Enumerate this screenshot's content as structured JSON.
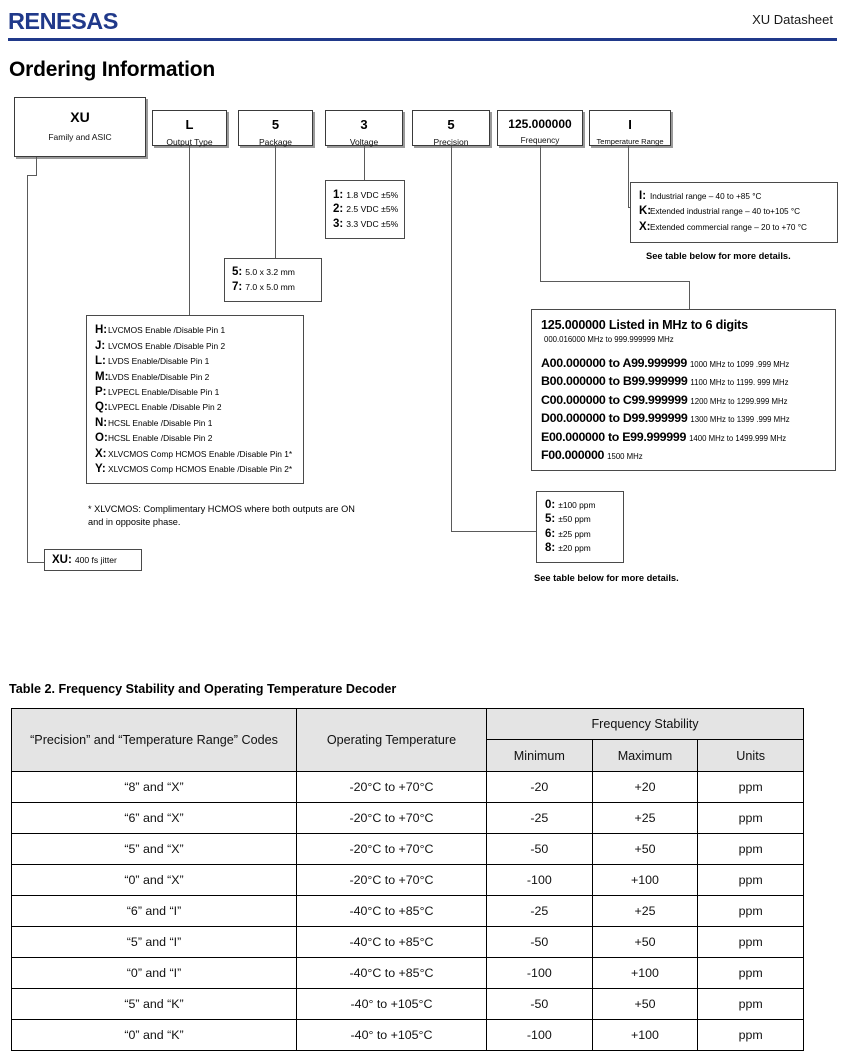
{
  "header": {
    "logo_text": "RENESAS",
    "document_title": "XU Datasheet"
  },
  "page_title": "Ordering Information",
  "part_number": {
    "segments": [
      {
        "code": "XU",
        "label": "Family and ASIC"
      },
      {
        "code": "L",
        "label": "Output Type"
      },
      {
        "code": "5",
        "label": "Package"
      },
      {
        "code": "3",
        "label": "Voltage"
      },
      {
        "code": "5",
        "label": "Precision"
      },
      {
        "code": "125.000000",
        "label": "Frequency"
      },
      {
        "code": "I",
        "label": "Temperature Range"
      }
    ]
  },
  "callouts": {
    "family": {
      "key": "XU:",
      "value": "400 fs jitter"
    },
    "output_type": {
      "items": [
        {
          "key": "H:",
          "value": "LVCMOS Enable /Disable Pin 1"
        },
        {
          "key": "J:",
          "value": "LVCMOS Enable /Disable Pin 2"
        },
        {
          "key": "L:",
          "value": "LVDS Enable/Disable Pin 1"
        },
        {
          "key": "M:",
          "value": "LVDS Enable/Disable Pin 2"
        },
        {
          "key": "P:",
          "value": "LVPECL Enable/Disable Pin 1"
        },
        {
          "key": "Q:",
          "value": "LVPECL Enable /Disable Pin 2"
        },
        {
          "key": "N:",
          "value": "HCSL Enable /Disable Pin 1"
        },
        {
          "key": "O:",
          "value": "HCSL Enable /Disable Pin 2"
        },
        {
          "key": "X:",
          "value": "XLVCMOS Comp HCMOS Enable /Disable Pin 1*"
        },
        {
          "key": "Y:",
          "value": "XLVCMOS Comp HCMOS Enable /Disable Pin 2*"
        }
      ],
      "footnote": "* XLVCMOS: Complimentary HCMOS where both outputs are ON and in opposite phase."
    },
    "package": {
      "items": [
        {
          "key": "5:",
          "value": "5.0 x 3.2 mm"
        },
        {
          "key": "7:",
          "value": "7.0 x 5.0 mm"
        }
      ]
    },
    "voltage": {
      "items": [
        {
          "key": "1:",
          "value": "1.8 VDC ±5%"
        },
        {
          "key": "2:",
          "value": "2.5 VDC ±5%"
        },
        {
          "key": "3:",
          "value": "3.3 VDC ±5%"
        }
      ]
    },
    "precision": {
      "items": [
        {
          "key": "0:",
          "value": "±100 ppm"
        },
        {
          "key": "5:",
          "value": "±50 ppm"
        },
        {
          "key": "6:",
          "value": "±25 ppm"
        },
        {
          "key": "8:",
          "value": "±20 ppm"
        }
      ],
      "note": "See table below for more details."
    },
    "frequency": {
      "title": "125.000000 Listed in MHz to  6 digits",
      "subtitle": "000.016000 MHz  to 999.999999  MHz",
      "ranges": [
        {
          "code": "A00.000000 to A99.999999",
          "range": "1000  MHz to 1099 .999  MHz"
        },
        {
          "code": "B00.000000 to B99.999999",
          "range": "1100 MHz  to 1199. 999  MHz"
        },
        {
          "code": "C00.000000 to C99.999999",
          "range": "1200 MHz to 1299.999 MHz"
        },
        {
          "code": "D00.000000 to D99.999999",
          "range": "1300  MHz to 1399 .999  MHz"
        },
        {
          "code": "E00.000000 to E99.999999",
          "range": "1400 MHz to 1499.999 MHz"
        },
        {
          "code": "F00.000000",
          "range": "1500 MHz"
        }
      ]
    },
    "temperature_range": {
      "items": [
        {
          "key": "I:",
          "value": "Industrial range – 40 to +85 °C"
        },
        {
          "key": "K:",
          "value": "Extended industrial range – 40 to+105 °C"
        },
        {
          "key": "X:",
          "value": "Extended commercial range – 20 to +70 °C"
        }
      ],
      "note": "See table below for more details."
    }
  },
  "table2": {
    "caption": "Table 2.  Frequency Stability and Operating Temperature Decoder",
    "group_header": "Frequency Stability",
    "headers": {
      "codes": "“Precision” and “Temperature Range” Codes",
      "operating_temperature": "Operating Temperature",
      "minimum": "Minimum",
      "maximum": "Maximum",
      "units": "Units"
    },
    "rows": [
      {
        "codes": "“8” and “X”",
        "temp": "-20°C to +70°C",
        "min": "-20",
        "max": "+20",
        "units": "ppm"
      },
      {
        "codes": "“6” and “X”",
        "temp": "-20°C to +70°C",
        "min": "-25",
        "max": "+25",
        "units": "ppm"
      },
      {
        "codes": "“5” and “X”",
        "temp": "-20°C to +70°C",
        "min": "-50",
        "max": "+50",
        "units": "ppm"
      },
      {
        "codes": "“0” and “X”",
        "temp": "-20°C to +70°C",
        "min": "-100",
        "max": "+100",
        "units": "ppm"
      },
      {
        "codes": "“6” and “I”",
        "temp": "-40°C to +85°C",
        "min": "-25",
        "max": "+25",
        "units": "ppm"
      },
      {
        "codes": "“5” and “I”",
        "temp": "-40°C to +85°C",
        "min": "-50",
        "max": "+50",
        "units": "ppm"
      },
      {
        "codes": "“0” and “I”",
        "temp": "-40°C to +85°C",
        "min": "-100",
        "max": "+100",
        "units": "ppm"
      },
      {
        "codes": "“5” and “K”",
        "temp": "-40° to +105°C",
        "min": "-50",
        "max": "+50",
        "units": "ppm"
      },
      {
        "codes": "“0” and “K”",
        "temp": "-40° to +105°C",
        "min": "-100",
        "max": "+100",
        "units": "ppm"
      }
    ]
  },
  "colors": {
    "brand_blue": "#20398a",
    "header_fill": "#e4e4e4"
  }
}
